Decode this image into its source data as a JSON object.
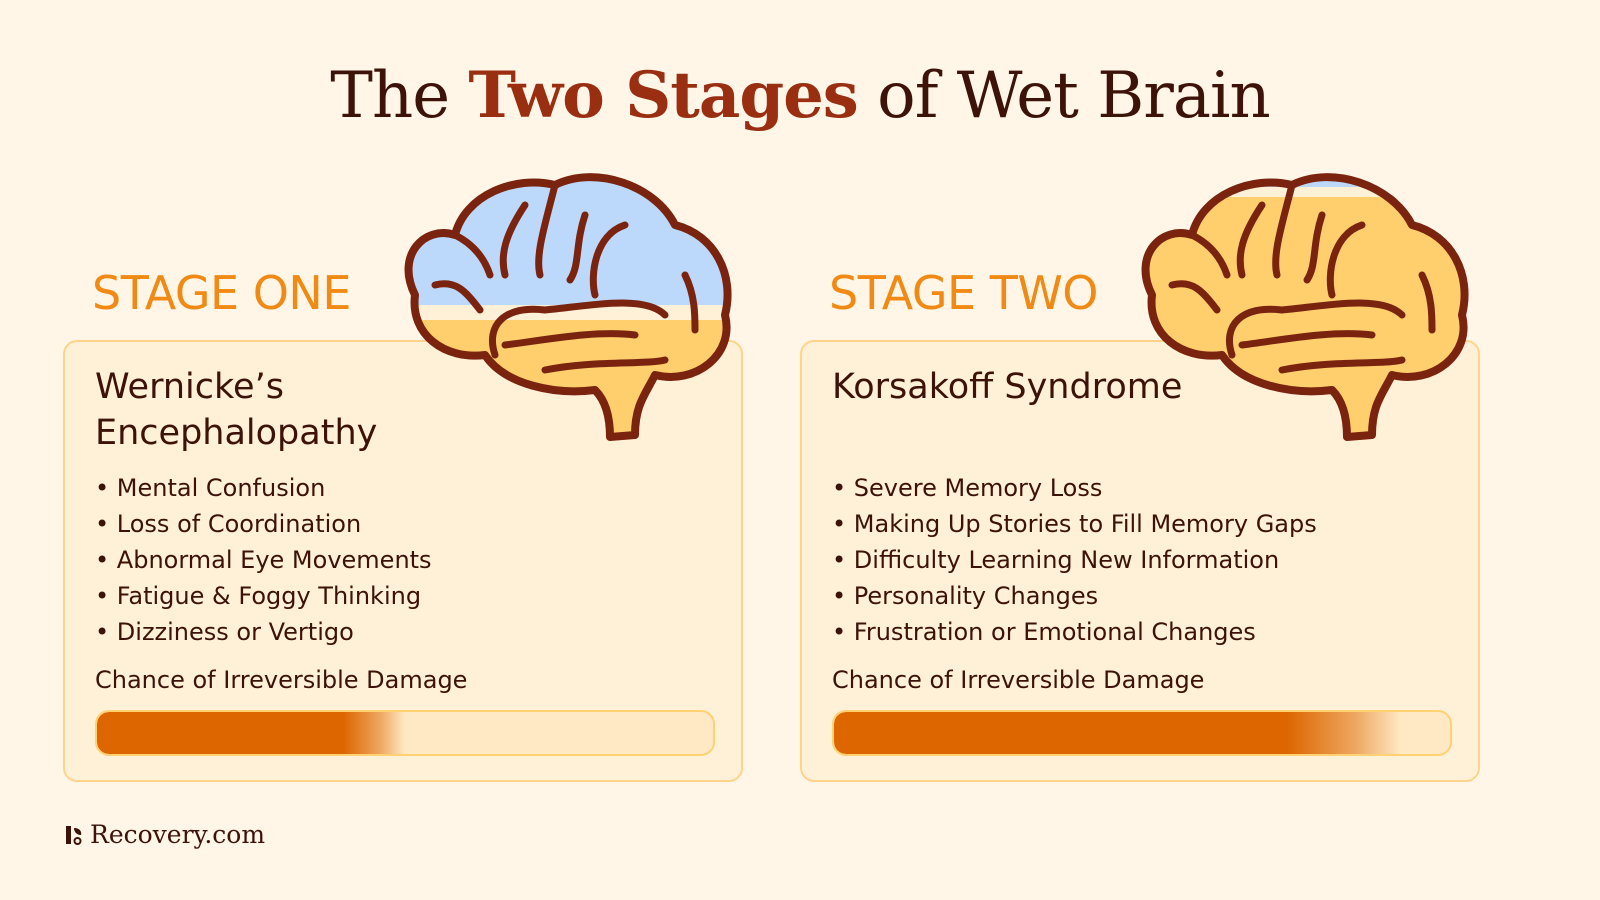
{
  "title": {
    "prefix": "The ",
    "accent": "Two Stages",
    "suffix": " of Wet Brain"
  },
  "colors": {
    "background": "#fff6e8",
    "accent_orange": "#f08a14",
    "title_accent": "#9a2e10",
    "bar_fill": "#dd6600",
    "card_border": "#ffd48a",
    "brain_blue": "#bcd8fb",
    "brain_yellow": "#ffcf6e"
  },
  "stages": [
    {
      "label": "STAGE ONE",
      "name": "Wernicke’s Encephalopathy",
      "symptoms": [
        "Mental Confusion",
        "Loss of Coordination",
        "Abnormal Eye Movements",
        "Fatigue & Foggy Thinking",
        "Dizziness or Vertigo"
      ],
      "damage_label": "Chance of Irreversible Damage",
      "damage_percent": 50,
      "icon": "brain-icon-half-filled"
    },
    {
      "label": "STAGE TWO",
      "name": "Korsakoff Syndrome",
      "symptoms": [
        "Severe Memory Loss",
        "Making Up Stories to Fill Memory Gaps",
        "Difficulty Learning New Information",
        "Personality Changes",
        "Frustration or Emotional Changes"
      ],
      "damage_label": "Chance of Irreversible Damage",
      "damage_percent": 92,
      "icon": "brain-icon-mostly-filled"
    }
  ],
  "logo": {
    "text": "Recovery.com"
  }
}
